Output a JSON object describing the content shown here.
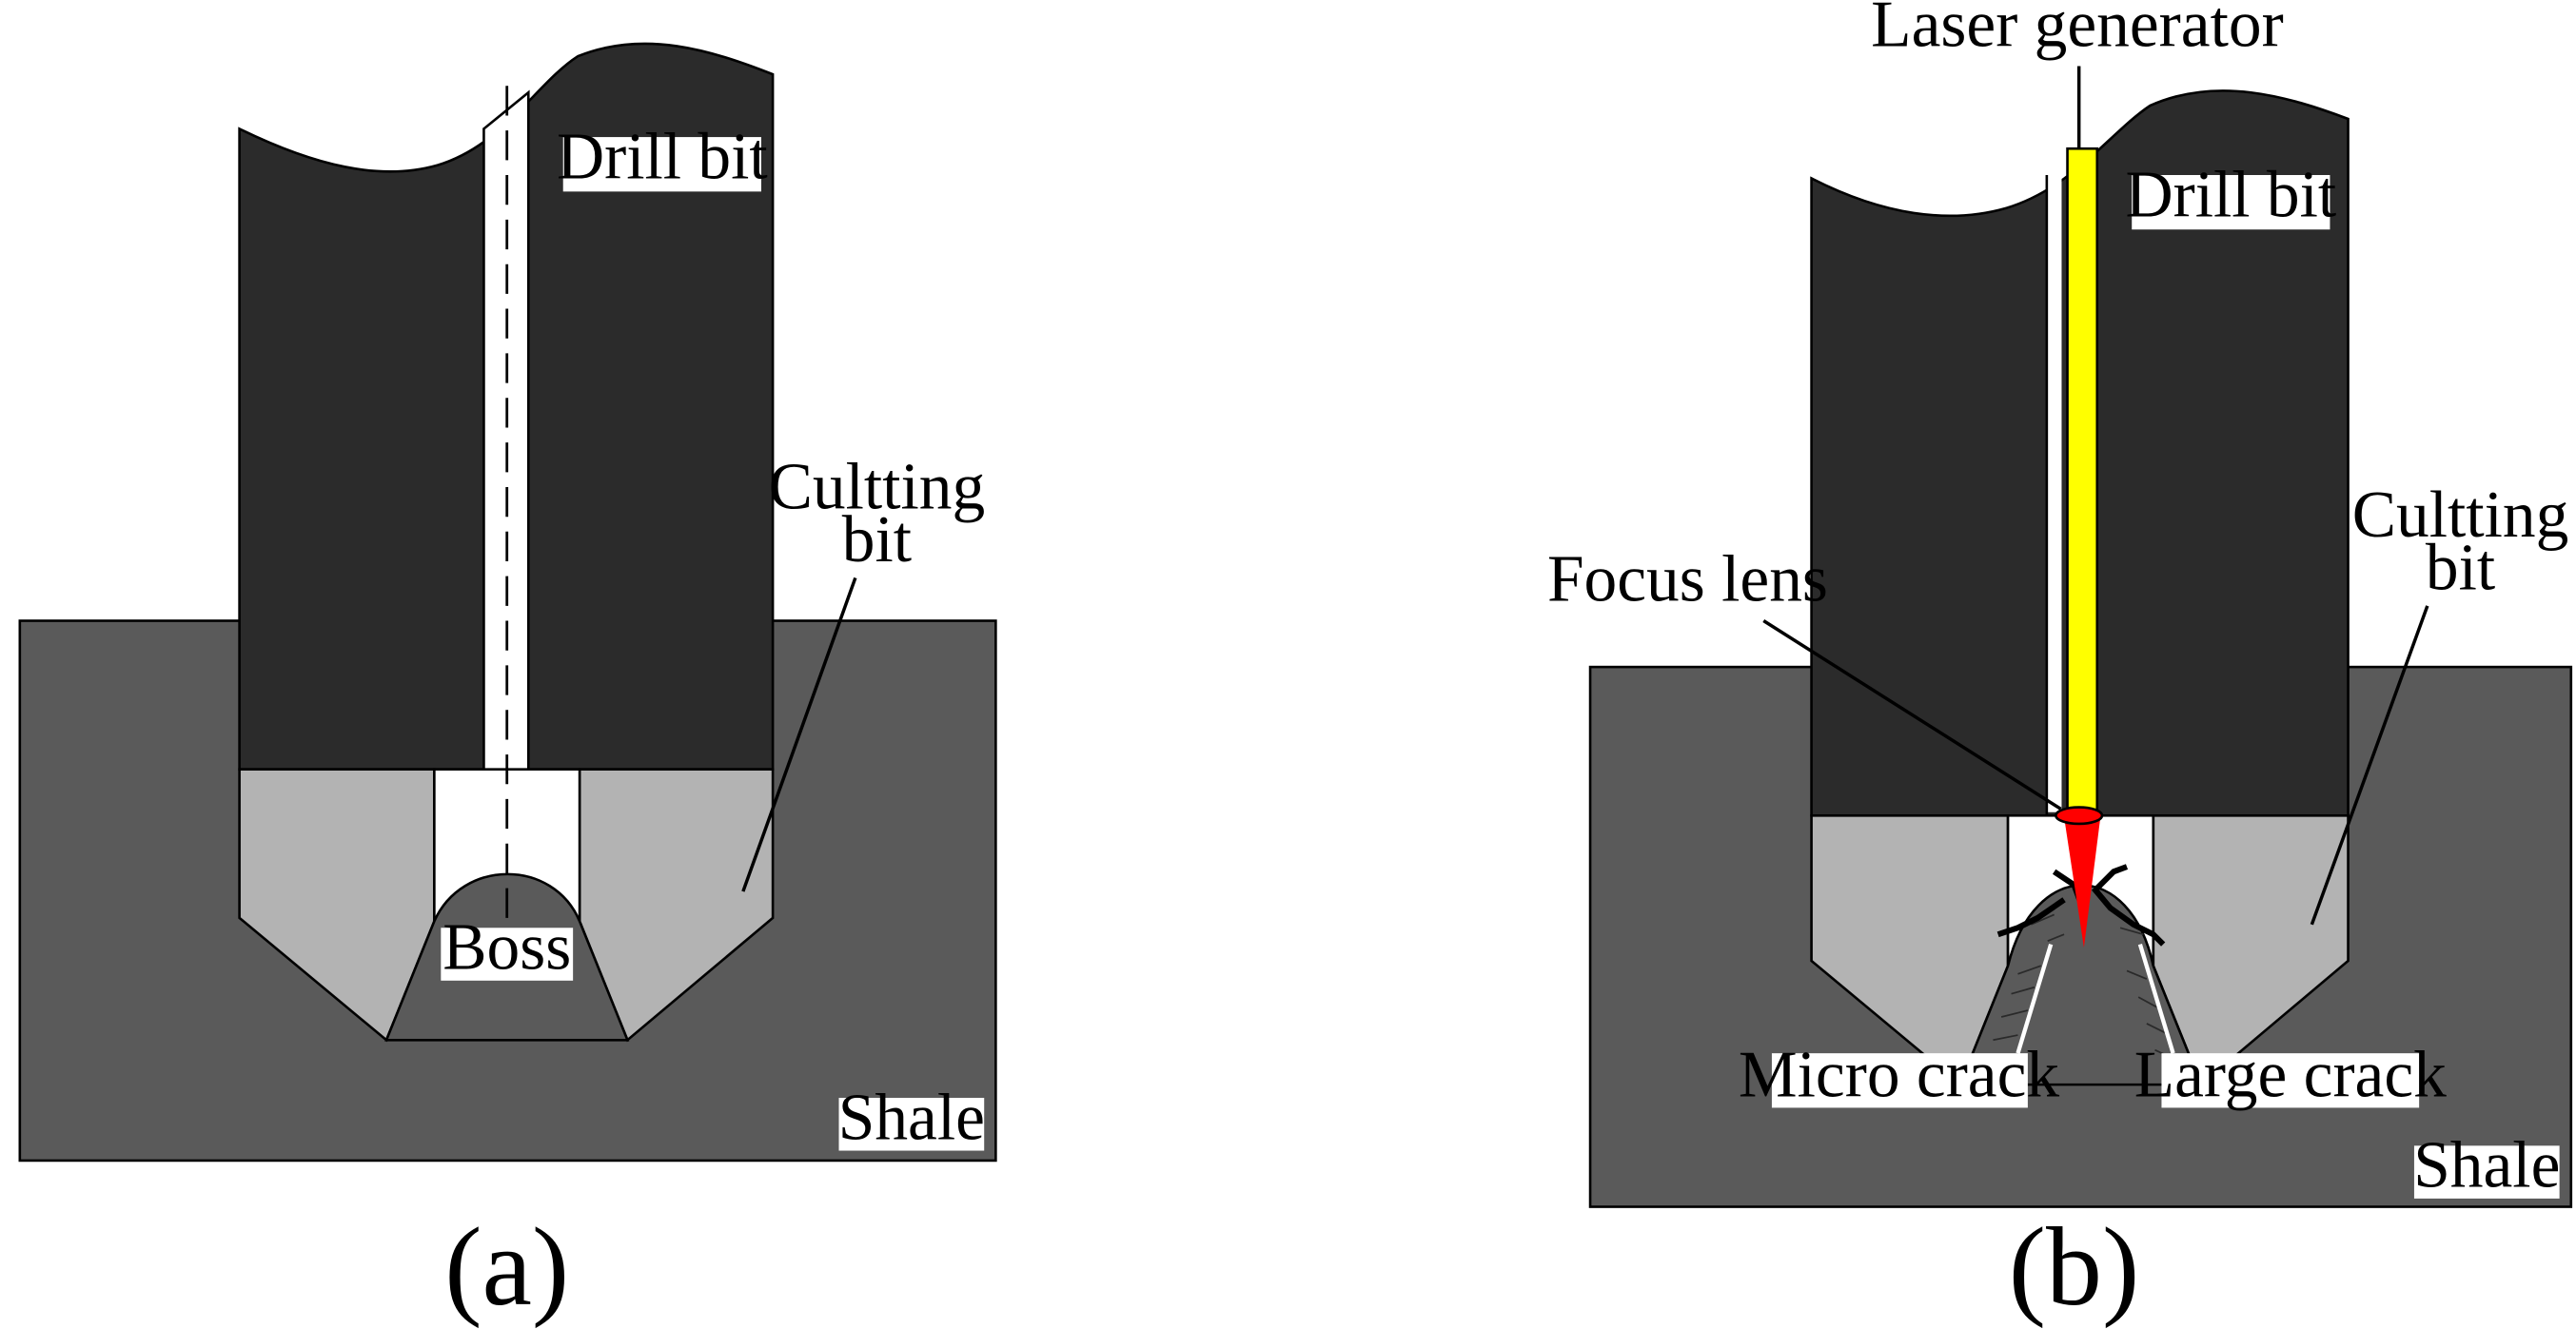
{
  "colors": {
    "shale": "#5a5a5a",
    "drill_bit": "#2b2b2b",
    "cutting_bit": "#b3b3b3",
    "boss": "#5a5a5a",
    "label_box": "#ffffff",
    "laser_beam": "#ffff00",
    "laser_focus": "#ff0000",
    "outline": "#000000"
  },
  "panel_a": {
    "drill_bit_label": "Drill bit",
    "cutting_bit_label_line1": "Cultting",
    "cutting_bit_label_line2": "bit",
    "boss_label": "Boss",
    "shale_label": "Shale",
    "caption": "(a)"
  },
  "panel_b": {
    "laser_generator_label": "Laser generator",
    "drill_bit_label": "Drill bit",
    "focus_lens_label": "Focus lens",
    "cutting_bit_label_line1": "Cultting",
    "cutting_bit_label_line2": "bit",
    "micro_crack_label": "Micro crack",
    "large_crack_label": "Large crack",
    "shale_label": "Shale",
    "caption": "(b)"
  }
}
